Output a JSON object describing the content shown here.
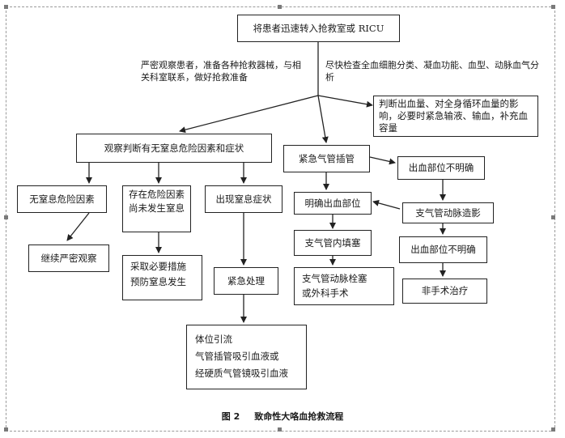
{
  "nodes": {
    "start": "将患者迅速转入抢救室或 RICU",
    "assess_bleeding": "判断出血量、对全身循环血量的影响，必要时紧急输液、输血，补充血容量",
    "observe": "观察判断有无窒息危险因素和症状",
    "no_risk": "无窒息危险因素",
    "continue_obs": "继续严密观察",
    "risk_no_asphyxia": "存在危险因素尚未发生窒息",
    "prevent": "采取必要措施预防窒息发生",
    "asphyxia": "出现窒息症状",
    "emergency": "紧急处理",
    "treatment": "体位引流\n气管插管吸引血液或\n经硬质气管镜吸引血液",
    "intubation": "紧急气管插管",
    "site_unclear_1": "出血部位不明确",
    "identify_site": "明确出血部位",
    "angiography": "支气管动脉造影",
    "endobronchial": "支气管内填塞",
    "site_unclear_2": "出血部位不明确",
    "embolization": "支气管动脉栓塞\n或外科手术",
    "nonsurgical": "非手术治疗"
  },
  "labels": {
    "left_actions": "严密观察患者，准备各种抢救器械，与相关科室联系，做好抢救准备",
    "right_actions": "尽快检查全血细胞分类、凝血功能、血型、动脉血气分析"
  },
  "caption": {
    "figure_no": "图 2",
    "title": "致命性大咯血抢救流程"
  }
}
